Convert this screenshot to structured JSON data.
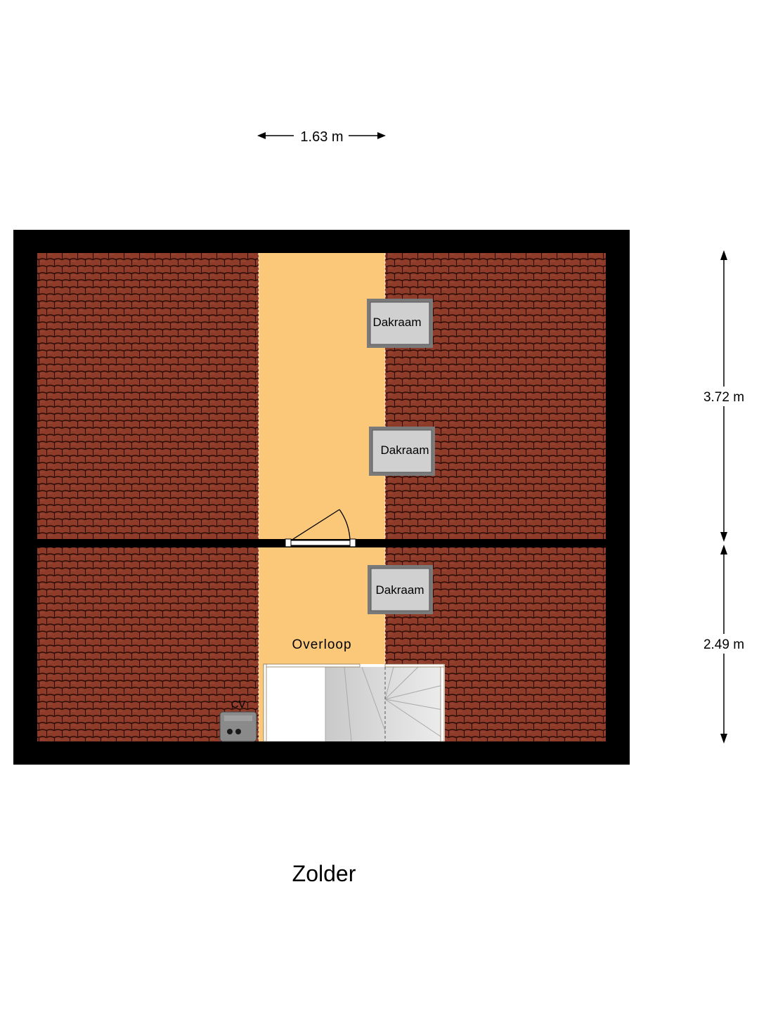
{
  "floor_name": "Zolder",
  "dimensions": {
    "width_top": "1.63 m",
    "height_upper": "3.72 m",
    "height_lower": "2.49 m"
  },
  "rooms": {
    "landing": "Overloop"
  },
  "skylights": [
    "Dakraam",
    "Dakraam",
    "Dakraam"
  ],
  "fixtures": {
    "boiler": "CV"
  },
  "colors": {
    "wall": "#000000",
    "floor": "#fbc87a",
    "roof_tile": "#8e3b2a",
    "roof_tile_line": "#2a0c06",
    "skylight_frame": "#7a7a7a",
    "skylight_glass": "#d0d0d0"
  }
}
